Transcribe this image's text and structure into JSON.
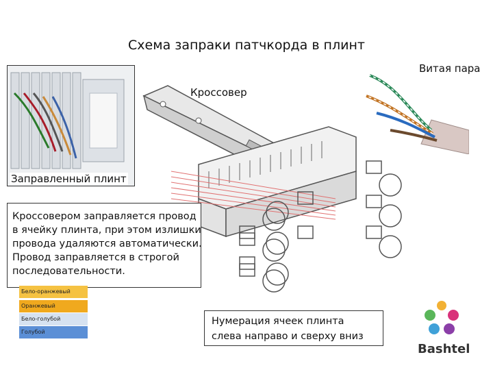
{
  "title": "Схема запраки патчкорда в плинт",
  "labels": {
    "crossover": "Кроссовер",
    "twisted_pair": "Витая пара",
    "mounted_plint": "Заправленный плинт"
  },
  "description": "Кроссовером заправляется провод в ячейку плинта, при этом излишки провода удаляются автоматически. Провод заправляется в строгой последовательности.",
  "wire_order": [
    {
      "label": "Бело-оранжевый",
      "color": "#f5c242"
    },
    {
      "label": "Оранжевый",
      "color": "#f0a91e"
    },
    {
      "label": "Бело-голубой",
      "color": "#d6e2f1"
    },
    {
      "label": "Голубой",
      "color": "#5b8fd6"
    }
  ],
  "numbering_note": "Нумерация ячеек плинта слева направо и сверху вниз",
  "brand": {
    "name": "Bashtel"
  },
  "icons": [
    "phone-icon",
    "internet-icon",
    "tv-icon",
    "users-icon",
    "storage-icon"
  ]
}
